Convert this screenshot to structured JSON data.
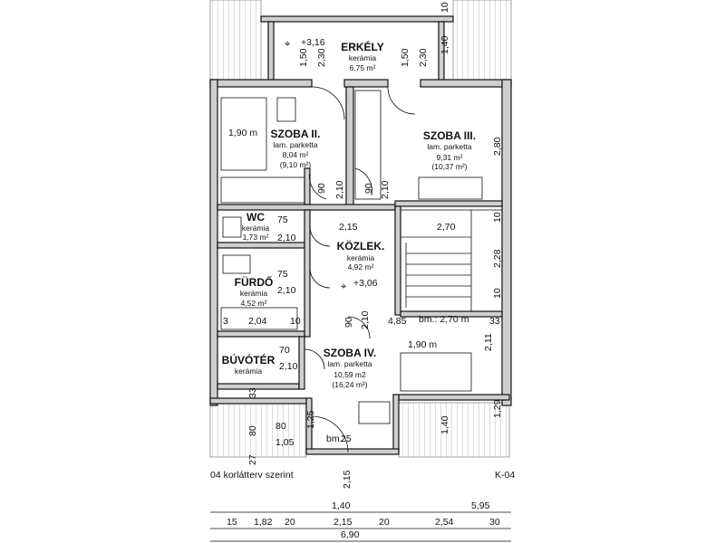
{
  "rooms": {
    "erkely": {
      "name": "ERKÉLY",
      "floor": "kerámia",
      "area": "6,75 m²",
      "level": "+3,16"
    },
    "szoba2": {
      "name": "SZOBA II.",
      "floor": "lam. parketta",
      "area": "8,04 m²",
      "area2": "(9,10 m²)",
      "dim": "1,90 m"
    },
    "szoba3": {
      "name": "SZOBA III.",
      "floor": "lam. parketta",
      "area": "9,31 m²",
      "area2": "(10,37 m²)"
    },
    "wc": {
      "name": "WC",
      "floor": "kerámia",
      "area": "1,73 m²"
    },
    "kozlek": {
      "name": "KÖZLEK.",
      "floor": "kerámia",
      "area": "4,92 m²",
      "level": "+3,06"
    },
    "furdo": {
      "name": "FÜRDŐ",
      "floor": "kerámia",
      "area": "4,52 m²"
    },
    "buvoter": {
      "name": "BÚVÓTÉR",
      "floor": "kerámia"
    },
    "szoba4": {
      "name": "SZOBA IV.",
      "floor": "lam. parketta",
      "area": "10,59 m2",
      "area2": "(16,24 m²)",
      "dim": "1,90 m"
    }
  },
  "dims": {
    "e1": "1,50",
    "e2": "2,30",
    "e3": "1,50",
    "e4": "2,30",
    "e5": "1,40",
    "e6": "10",
    "door1a": "90",
    "door1b": "2,10",
    "door2a": "90",
    "door2b": "2,10",
    "wc_a": "75",
    "wc_b": "2,10",
    "mid1": "2,15",
    "mid2": "2,70",
    "mid3": "10",
    "r1": "2,80",
    "r2": "2,28",
    "r3": "10",
    "fur_a": "75",
    "fur_b": "2,10",
    "fur_c": "3",
    "fur_d": "2,04",
    "fur_e": "10",
    "corr_a": "90",
    "corr_b": "2,10",
    "corr_c": "4,85",
    "bm": "bm.: 2,70 m",
    "corr_d": "33",
    "r4": "2,11",
    "r5": "1,29",
    "buv_a": "70",
    "buv_b": "2,10",
    "left33": "33",
    "s4_a": "1,25",
    "s4_b": "80",
    "s4_c": "1,05",
    "s4_d": "80",
    "s4_e": "27",
    "s4_f": "25",
    "s4_bm": "bm.: ",
    "s4_g": "1,40",
    "s4_h": "2,15"
  },
  "notes": {
    "korlat": "04 korlátterv szerint",
    "ref": "K-04"
  },
  "bottom_dims": {
    "row1": [
      "1,40",
      "5,95"
    ],
    "row2": [
      "15",
      "1,82",
      "20",
      "2,15",
      "20",
      "2,54",
      "30"
    ],
    "row3": [
      "6,90"
    ]
  }
}
